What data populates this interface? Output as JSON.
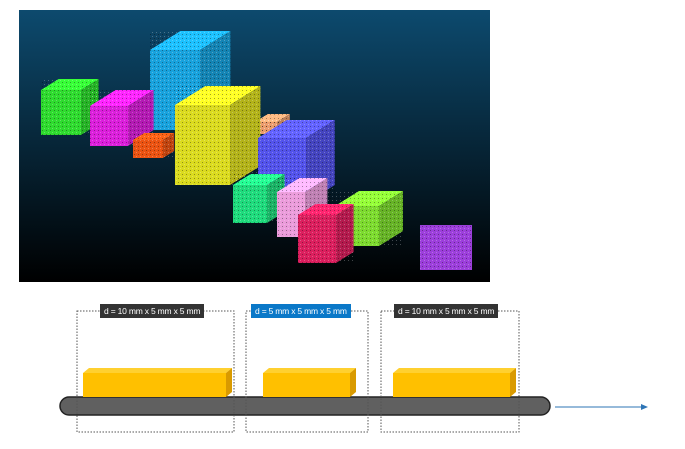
{
  "point_cloud": {
    "background_top": "#0d4a6e",
    "background_bottom": "#000000",
    "objects": [
      {
        "name": "cyan-box",
        "color": "#1ab0f0"
      },
      {
        "name": "green-box-left",
        "color": "#33ee33"
      },
      {
        "name": "magenta-box",
        "color": "#ee22ee"
      },
      {
        "name": "orange-box",
        "color": "#ff5a14"
      },
      {
        "name": "yellow-box",
        "color": "#eeee22"
      },
      {
        "name": "salmon-box",
        "color": "#ffaa77"
      },
      {
        "name": "blue-box",
        "color": "#5a5aff"
      },
      {
        "name": "green-box-center",
        "color": "#22ee88"
      },
      {
        "name": "pink-box",
        "color": "#ffaaee"
      },
      {
        "name": "crimson-box",
        "color": "#ee2266"
      },
      {
        "name": "lime-box",
        "color": "#88ee33"
      },
      {
        "name": "purple-box",
        "color": "#aa44ee"
      }
    ]
  },
  "conveyor": {
    "belt_color": "#606060",
    "object_color": "#ffc000",
    "arrow_color": "#2e75b6",
    "segments": [
      {
        "label": "d = 10 mm x 5 mm x 5 mm",
        "label_bg": "#333333"
      },
      {
        "label": "d = 5 mm x 5 mm x 5 mm",
        "label_bg": "#0a78c8"
      },
      {
        "label": "d = 10 mm x 5 mm x 5 mm",
        "label_bg": "#333333"
      }
    ]
  }
}
